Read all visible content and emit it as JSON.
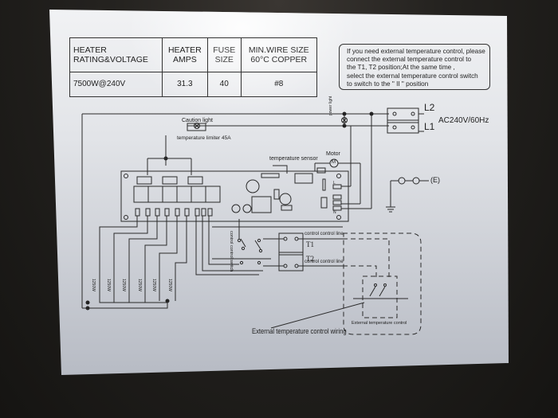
{
  "spec_table": {
    "headers": [
      "HEATER\nRATING&VOLTAGE",
      "HEATER\nAMPS",
      "FUSE\nSIZE",
      "MIN.WIRE SIZE\n60°C COPPER"
    ],
    "header_lines": [
      [
        "HEATER",
        "RATING&VOLTAGE"
      ],
      [
        "HEATER",
        "AMPS"
      ],
      [
        "FUSE",
        "SIZE"
      ],
      [
        "MIN.WIRE SIZE",
        "60°C COPPER"
      ]
    ],
    "row": [
      "7500W@240V",
      "31.3",
      "40",
      "#8"
    ]
  },
  "note": {
    "lines": [
      "If you need external temperature control, please",
      " connect the external temperature control to",
      "the T1, T2 position;At the same time ,",
      " select the external temperature control switch",
      "to switch to the \" II \" position"
    ]
  },
  "diagram": {
    "supply_label": "AC240V/60Hz",
    "l2": "L2",
    "l1": "L1",
    "power_light": "power light",
    "caution_light": "Caution light",
    "temperature_limiter": "temperature limiter 45A",
    "temperature_sensor": "temperature sensor",
    "motor": "Motor",
    "motor_symbol": "M",
    "earth_label": "(E)",
    "control_switch": "control control switch",
    "control_line_top": "control control line",
    "control_line_bottom": "control control line",
    "t1": "T1",
    "t2": "T2",
    "external_control": "External temperature control",
    "external_wiring": "External temperature control wiring",
    "terminal_l": "L",
    "terminal_n": "N",
    "heaters": [
      "1250W",
      "1250W",
      "1250W",
      "1250W",
      "1250W",
      "1250W"
    ]
  }
}
